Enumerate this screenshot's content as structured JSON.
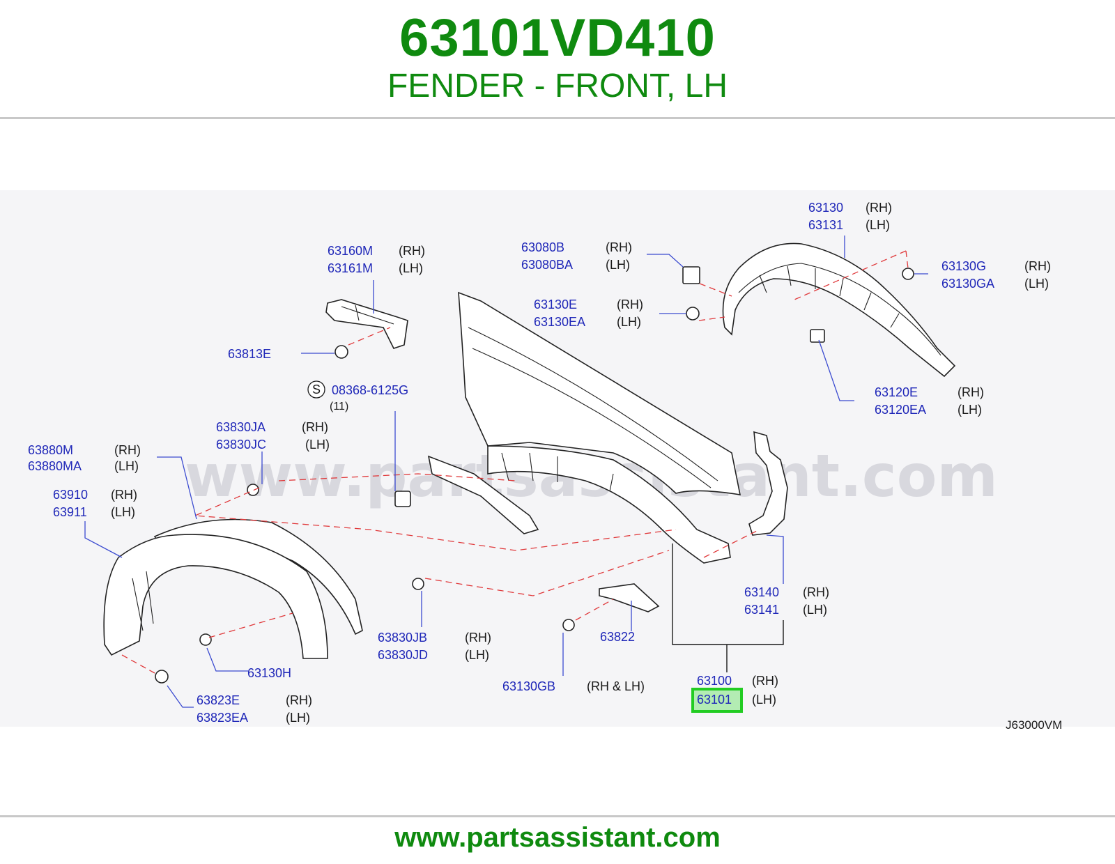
{
  "header": {
    "part_number": "63101VD410",
    "part_name": "FENDER - FRONT, LH"
  },
  "watermark": "www.partsassistant.com",
  "figure_code": "J63000VM",
  "footer": {
    "url": "www.partsassistant.com"
  },
  "highlight_color": "#22cc22",
  "brand_color": "#0f8a0f",
  "callouts": {
    "c63160m": {
      "num": "63160M",
      "side": "(RH)"
    },
    "c63161m": {
      "num": "63161M",
      "side": "(LH)"
    },
    "c63813e": {
      "num": "63813E"
    },
    "c08368": {
      "symbol": "S",
      "num": "08368-6125G",
      "qty": "(11)"
    },
    "c63080b": {
      "num": "63080B",
      "side": "(RH)"
    },
    "c63080ba": {
      "num": "63080BA",
      "side": "(LH)"
    },
    "c63130e": {
      "num": "63130E",
      "side": "(RH)"
    },
    "c63130ea": {
      "num": "63130EA",
      "side": "(LH)"
    },
    "c63130": {
      "num": "63130",
      "side": "(RH)"
    },
    "c63131": {
      "num": "63131",
      "side": "(LH)"
    },
    "c63130g": {
      "num": "63130G",
      "side": "(RH)"
    },
    "c63130ga": {
      "num": "63130GA",
      "side": "(LH)"
    },
    "c63120e": {
      "num": "63120E",
      "side": "(RH)"
    },
    "c63120ea": {
      "num": "63120EA",
      "side": "(LH)"
    },
    "c63830ja": {
      "num": "63830JA",
      "side": "(RH)"
    },
    "c63830jc": {
      "num": "63830JC",
      "side": "(LH)"
    },
    "c63880m": {
      "num": "63880M",
      "side": "(RH)"
    },
    "c63880ma": {
      "num": "63880MA",
      "side": "(LH)"
    },
    "c63910": {
      "num": "63910",
      "side": "(RH)"
    },
    "c63911": {
      "num": "63911",
      "side": "(LH)"
    },
    "c63140": {
      "num": "63140",
      "side": "(RH)"
    },
    "c63141": {
      "num": "63141",
      "side": "(LH)"
    },
    "c63830jb": {
      "num": "63830JB",
      "side": "(RH)"
    },
    "c63830jd": {
      "num": "63830JD",
      "side": "(LH)"
    },
    "c63822": {
      "num": "63822"
    },
    "c63130h": {
      "num": "63130H"
    },
    "c63130gb": {
      "num": "63130GB",
      "side": "(RH  &  LH)"
    },
    "c63100": {
      "num": "63100",
      "side": "(RH)"
    },
    "c63101": {
      "num": "63101",
      "side": "(LH)"
    },
    "c63823e": {
      "num": "63823E",
      "side": "(RH)"
    },
    "c63823ea": {
      "num": "63823EA",
      "side": "(LH)"
    }
  }
}
